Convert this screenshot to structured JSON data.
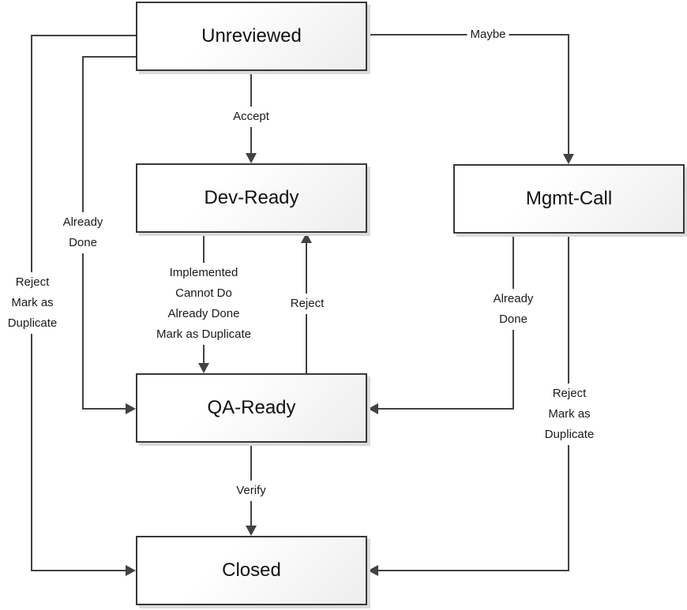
{
  "diagram": {
    "type": "flowchart",
    "nodes": {
      "unreviewed": {
        "label": "Unreviewed"
      },
      "dev_ready": {
        "label": "Dev-Ready"
      },
      "mgmt_call": {
        "label": "Mgmt-Call"
      },
      "qa_ready": {
        "label": "QA-Ready"
      },
      "closed": {
        "label": "Closed"
      }
    },
    "edges": {
      "accept": {
        "label": "Accept",
        "from": "Unreviewed",
        "to": "Dev-Ready"
      },
      "maybe": {
        "label": "Maybe",
        "from": "Unreviewed",
        "to": "Mgmt-Call"
      },
      "already_done_left": {
        "label": "Already\nDone",
        "from": "Unreviewed",
        "to": "QA-Ready"
      },
      "reject_duplicate_left": {
        "label": "Reject\nMark as\nDuplicate",
        "from": "Unreviewed",
        "to": "Closed"
      },
      "implemented": {
        "label": "Implemented\nCannot Do\nAlready Done\nMark as Duplicate",
        "from": "Dev-Ready",
        "to": "QA-Ready"
      },
      "reject": {
        "label": "Reject",
        "from": "QA-Ready",
        "to": "Dev-Ready"
      },
      "already_done_right": {
        "label": "Already\nDone",
        "from": "Mgmt-Call",
        "to": "QA-Ready"
      },
      "reject_duplicate_right": {
        "label": "Reject\nMark as\nDuplicate",
        "from": "Mgmt-Call",
        "to": "Closed"
      },
      "verify": {
        "label": "Verify",
        "from": "QA-Ready",
        "to": "Closed"
      }
    },
    "colors": {
      "line": "#424242",
      "node_border": "#383838",
      "node_fill_top": "#ffffff",
      "node_fill_bottom": "#ededed",
      "node_shadow": "#dadada",
      "text": "#1a1a1a",
      "background": "#ffffff"
    }
  }
}
